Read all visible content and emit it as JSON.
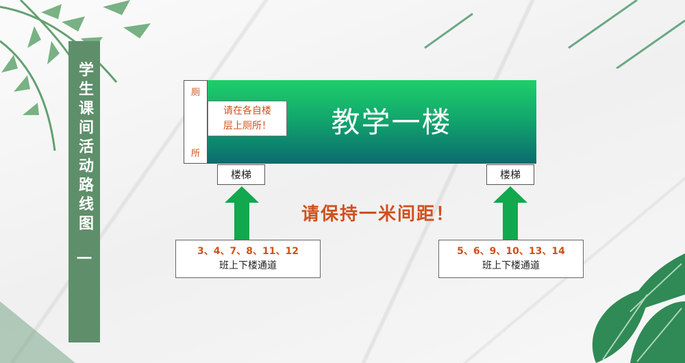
{
  "side_title": "学生课间活动路线图",
  "side_number": "一",
  "toilet": {
    "top": "厕",
    "bottom": "所"
  },
  "notice": {
    "line1": "请在各自楼",
    "line2": "层上厕所！"
  },
  "building_name": "教学一楼",
  "stairs": {
    "left": "楼梯",
    "right": "楼梯"
  },
  "distance_text": "请保持一米间距！",
  "routes": [
    {
      "classes": "3、4、7、8、11、12",
      "path": "班上下楼通道"
    },
    {
      "classes": "5、6、9、10、13、14",
      "path": "班上下楼通道"
    }
  ],
  "colors": {
    "accent": "#d1501c",
    "banner": "#5e8f6a",
    "arrow": "#11a84e"
  }
}
